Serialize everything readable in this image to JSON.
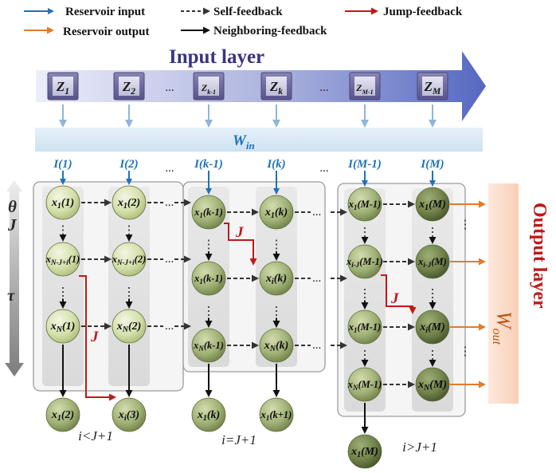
{
  "legend": [
    {
      "id": "reservoir-input",
      "label": "Reservoir input",
      "color": "#1e72b8",
      "style": "solid"
    },
    {
      "id": "self-feedback",
      "label": "Self-feedback",
      "color": "#333333",
      "style": "dashed"
    },
    {
      "id": "jump-feedback",
      "label": "Jump-feedback",
      "color": "#c01818",
      "style": "solid"
    },
    {
      "id": "reservoir-output",
      "label": "Reservoir output",
      "color": "#e07b2a",
      "style": "solid"
    },
    {
      "id": "neighboring-feedback",
      "label": "Neighboring-feedback",
      "color": "#111111",
      "style": "solid"
    }
  ],
  "input_layer": {
    "title": "Input layer",
    "inputs": [
      {
        "base": "Z",
        "sub": "1"
      },
      {
        "base": "Z",
        "sub": "2"
      },
      {
        "base": "Z",
        "sub": "k-1"
      },
      {
        "base": "Z",
        "sub": "k"
      },
      {
        "base": "Z",
        "sub": "M-1"
      },
      {
        "base": "Z",
        "sub": "M"
      }
    ]
  },
  "win_label": {
    "base": "W",
    "sub": "in"
  },
  "reservoir_inputs": [
    "I(1)",
    "I(2)",
    "I(k-1)",
    "I(k)",
    "I(M-1)",
    "I(M)"
  ],
  "ellipsis": "...",
  "vdots": "⋮",
  "side_labels": [
    "θ",
    "J",
    "τ"
  ],
  "output_layer": {
    "title": "Output layer",
    "wout": {
      "base": "W",
      "sub": "out"
    }
  },
  "jump_label": "J",
  "groups": [
    {
      "condition": "i<J+1",
      "cells": [
        {
          "col": 0,
          "row": 0,
          "base": "x",
          "sub": "1",
          "arg": "(1)"
        },
        {
          "col": 1,
          "row": 0,
          "base": "x",
          "sub": "1",
          "arg": "(2)"
        },
        {
          "col": 0,
          "row": 1,
          "base": "x",
          "sub": "N-J+i",
          "arg": "(1)"
        },
        {
          "col": 1,
          "row": 1,
          "base": "x",
          "sub": "N-J+i",
          "arg": "(2)"
        },
        {
          "col": 0,
          "row": 2,
          "base": "x",
          "sub": "N",
          "arg": "(1)"
        },
        {
          "col": 1,
          "row": 2,
          "base": "x",
          "sub": "N",
          "arg": "(2)"
        }
      ],
      "outputs": [
        {
          "col": 0,
          "base": "x",
          "sub": "1",
          "arg": "(2)"
        },
        {
          "col": 1,
          "base": "x",
          "sub": "i",
          "arg": "(3)"
        }
      ]
    },
    {
      "condition": "i=J+1",
      "cells": [
        {
          "col": 0,
          "row": 0,
          "base": "x",
          "sub": "1",
          "arg": "(k-1)"
        },
        {
          "col": 1,
          "row": 0,
          "base": "x",
          "sub": "1",
          "arg": "(k)"
        },
        {
          "col": 0,
          "row": 1,
          "base": "x",
          "sub": "1",
          "arg": "(k-1)"
        },
        {
          "col": 1,
          "row": 1,
          "base": "x",
          "sub": "i",
          "arg": "(k)"
        },
        {
          "col": 0,
          "row": 2,
          "base": "x",
          "sub": "N",
          "arg": "(k-1)"
        },
        {
          "col": 1,
          "row": 2,
          "base": "x",
          "sub": "N",
          "arg": "(k)"
        }
      ],
      "outputs": [
        {
          "col": 0,
          "base": "x",
          "sub": "1",
          "arg": "(k)"
        },
        {
          "col": 1,
          "base": "x",
          "sub": "1",
          "arg": "(k+1)"
        }
      ]
    },
    {
      "condition": "i>J+1",
      "cells": [
        {
          "col": 0,
          "row": 0,
          "base": "x",
          "sub": "1",
          "arg": "(M-1)"
        },
        {
          "col": 1,
          "row": 0,
          "base": "x",
          "sub": "1",
          "arg": "(M)"
        },
        {
          "col": 0,
          "row": 1,
          "base": "x",
          "sub": "i-J",
          "arg": "(M-1)"
        },
        {
          "col": 1,
          "row": 1,
          "base": "x",
          "sub": "i-J",
          "arg": "(M)"
        },
        {
          "col": 0,
          "row": 2,
          "base": "x",
          "sub": "1",
          "arg": "(M-1)"
        },
        {
          "col": 1,
          "row": 2,
          "base": "x",
          "sub": "i",
          "arg": "(M)"
        },
        {
          "col": 0,
          "row": 3,
          "base": "x",
          "sub": "N",
          "arg": "(M-1)"
        },
        {
          "col": 1,
          "row": 3,
          "base": "x",
          "sub": "N",
          "arg": "(M)"
        }
      ],
      "outputs": [
        {
          "col": 0,
          "base": "x",
          "sub": "1",
          "arg": "(M)"
        }
      ]
    }
  ]
}
